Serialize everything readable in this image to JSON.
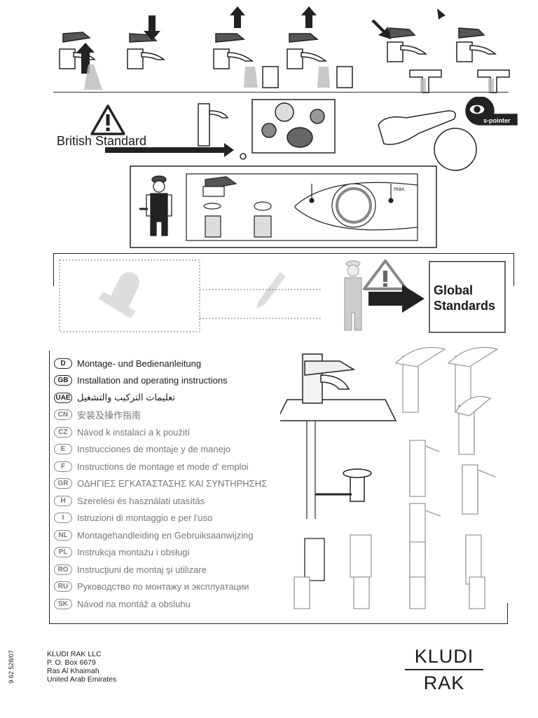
{
  "header": {
    "british_standard": "British Standard",
    "s_pointer": "s-pointer",
    "max_label": "max.",
    "global_standards_line1": "Global",
    "global_standards_line2": "Standards"
  },
  "languages": [
    {
      "code": "D",
      "label": "Montage- und Bedienanleitung",
      "grey": false
    },
    {
      "code": "GB",
      "label": "Installation and operating instructions",
      "grey": false
    },
    {
      "code": "UAE",
      "label": "تعليمات التركيب والتشغيل",
      "grey": false
    },
    {
      "code": "CN",
      "label": "安装及操作指南",
      "grey": true
    },
    {
      "code": "CZ",
      "label": "Návod k instalaci a k použití",
      "grey": true
    },
    {
      "code": "E",
      "label": "Instrucciones de montaje y de manejo",
      "grey": true
    },
    {
      "code": "F",
      "label": "Instructions de montage et mode d' emploi",
      "grey": true
    },
    {
      "code": "GR",
      "label": "ΟΔΗΓΙΕΣ ΕΓΚΑΤΑΣΤΑΣΗΣ ΚΑΙ ΣΥΝΤΗΡΗΣΗΣ",
      "grey": true
    },
    {
      "code": "H",
      "label": "Szerelési és használati utasítás",
      "grey": true
    },
    {
      "code": "I",
      "label": "Istruzioni di montaggio e per l'uso",
      "grey": true
    },
    {
      "code": "NL",
      "label": "Montagehandleiding en Gebruiksaanwijzing",
      "grey": true
    },
    {
      "code": "PL",
      "label": "Instrukcja montażu i obsługi",
      "grey": true
    },
    {
      "code": "RO",
      "label": "Instrucţiuni de montaj şi utilizare",
      "grey": true
    },
    {
      "code": "RU",
      "label": "Руководство по монтажу и эксплуатации",
      "grey": true
    },
    {
      "code": "SK",
      "label": "Návod na montáž a obsluhu",
      "grey": true
    }
  ],
  "footer": {
    "company": "KLUDI RAK LLC",
    "po_box": "P. O. Box 6679",
    "city": "Ras Al Khaimah",
    "country": "United Arab Emirates",
    "doc_number": "9 62 528/07",
    "logo_top": "KLUDI",
    "logo_bottom": "RAK"
  }
}
